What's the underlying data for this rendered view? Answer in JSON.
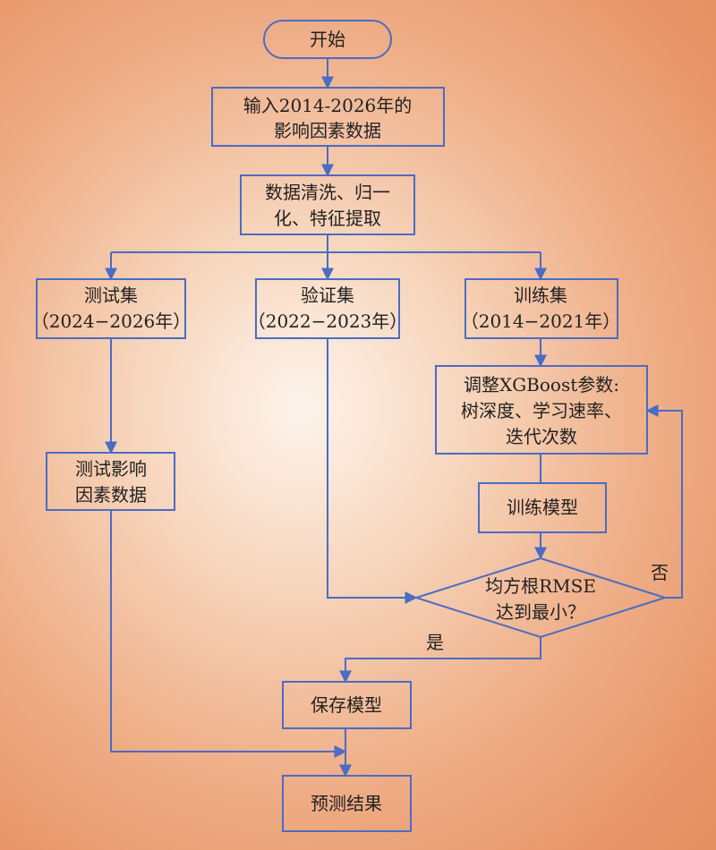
{
  "nodes": {
    "start": {
      "label": "开始"
    },
    "input": {
      "line1": "输入2014-2026年的",
      "line2": "影响因素数据"
    },
    "preprocess": {
      "line1": "数据清洗、归一",
      "line2": "化、特征提取"
    },
    "test_set": {
      "line1": "测试集",
      "line2": "（2024−2026年）"
    },
    "validation_set": {
      "line1": "验证集",
      "line2": "（2022−2023年）"
    },
    "train_set": {
      "line1": "训练集",
      "line2": "（2014−2021年）"
    },
    "tune": {
      "line1": "调整XGBoost参数:",
      "line2": "树深度、学习速率、",
      "line3": "迭代次数"
    },
    "test_data": {
      "line1": "测试影响",
      "line2": "因素数据"
    },
    "train_model": {
      "label": "训练模型"
    },
    "decision": {
      "line1": "均方根RMSE",
      "line2": "达到最小？"
    },
    "save_model": {
      "label": "保存模型"
    },
    "result": {
      "label": "预测结果"
    }
  },
  "edges": {
    "yes_label": "是",
    "no_label": "否"
  },
  "colors": {
    "stroke": "#4a6cc4",
    "text": "#222222"
  }
}
